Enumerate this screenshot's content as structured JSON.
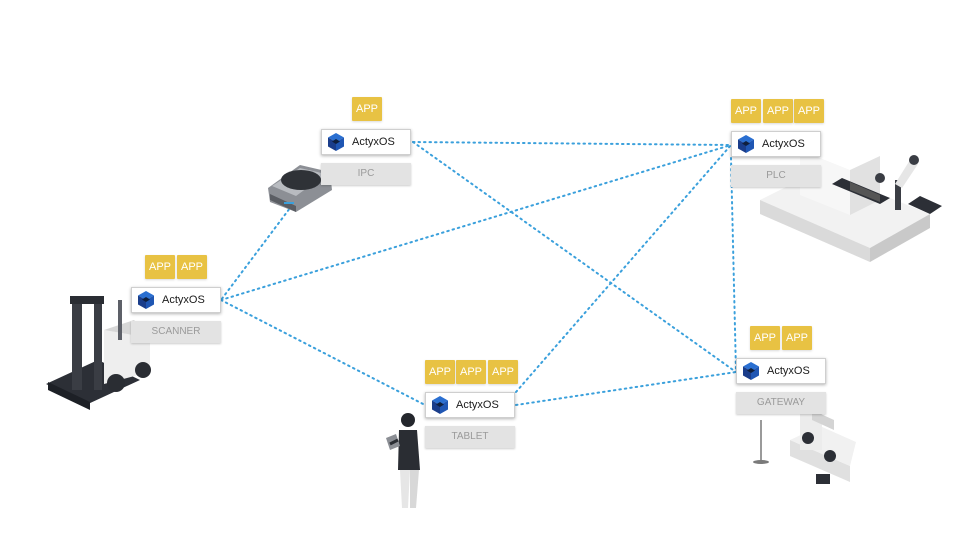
{
  "nodes": [
    {
      "id": "ipc",
      "device": "IPC",
      "os": "ActyxOS",
      "apps": [
        "APP"
      ]
    },
    {
      "id": "plc",
      "device": "PLC",
      "os": "ActyxOS",
      "apps": [
        "APP",
        "APP",
        "APP"
      ]
    },
    {
      "id": "scanner",
      "device": "SCANNER",
      "os": "ActyxOS",
      "apps": [
        "APP",
        "APP"
      ]
    },
    {
      "id": "tablet",
      "device": "TABLET",
      "os": "ActyxOS",
      "apps": [
        "APP",
        "APP",
        "APP"
      ]
    },
    {
      "id": "gateway",
      "device": "GATEWAY",
      "os": "ActyxOS",
      "apps": [
        "APP",
        "APP"
      ]
    }
  ],
  "links": [
    [
      "ipc",
      "plc"
    ],
    [
      "ipc",
      "gateway"
    ],
    [
      "ipc",
      "scanner"
    ],
    [
      "scanner",
      "plc"
    ],
    [
      "scanner",
      "tablet"
    ],
    [
      "tablet",
      "plc"
    ],
    [
      "tablet",
      "gateway"
    ],
    [
      "plc",
      "gateway"
    ]
  ],
  "colors": {
    "app": "#e8c243",
    "link": "#3aa0dc",
    "device_tag": "#e3e3e3"
  }
}
